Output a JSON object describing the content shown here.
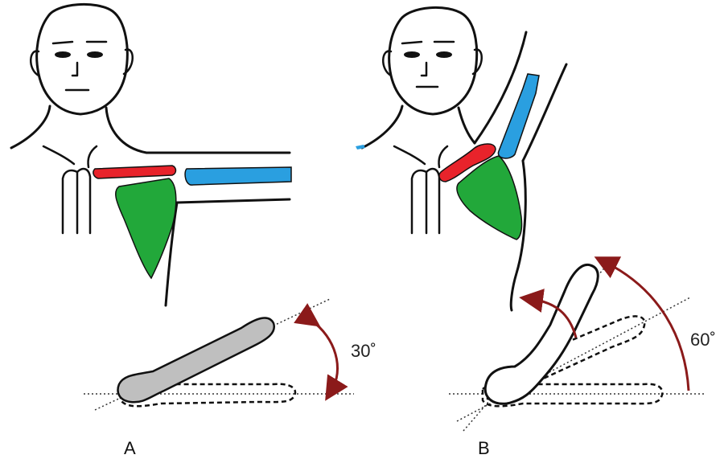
{
  "panels": [
    {
      "label": "A",
      "angle_label": "30˚"
    },
    {
      "label": "B",
      "angle_label": "60˚"
    }
  ],
  "colors": {
    "clavicle": "#e8232b",
    "humerus": "#2a9fe0",
    "scapula": "#22a83a",
    "arrow": "#8b1a1a"
  },
  "icons": [
    "human-figure-arm-down",
    "human-figure-arm-raised",
    "scapula-rotation-diagram"
  ]
}
